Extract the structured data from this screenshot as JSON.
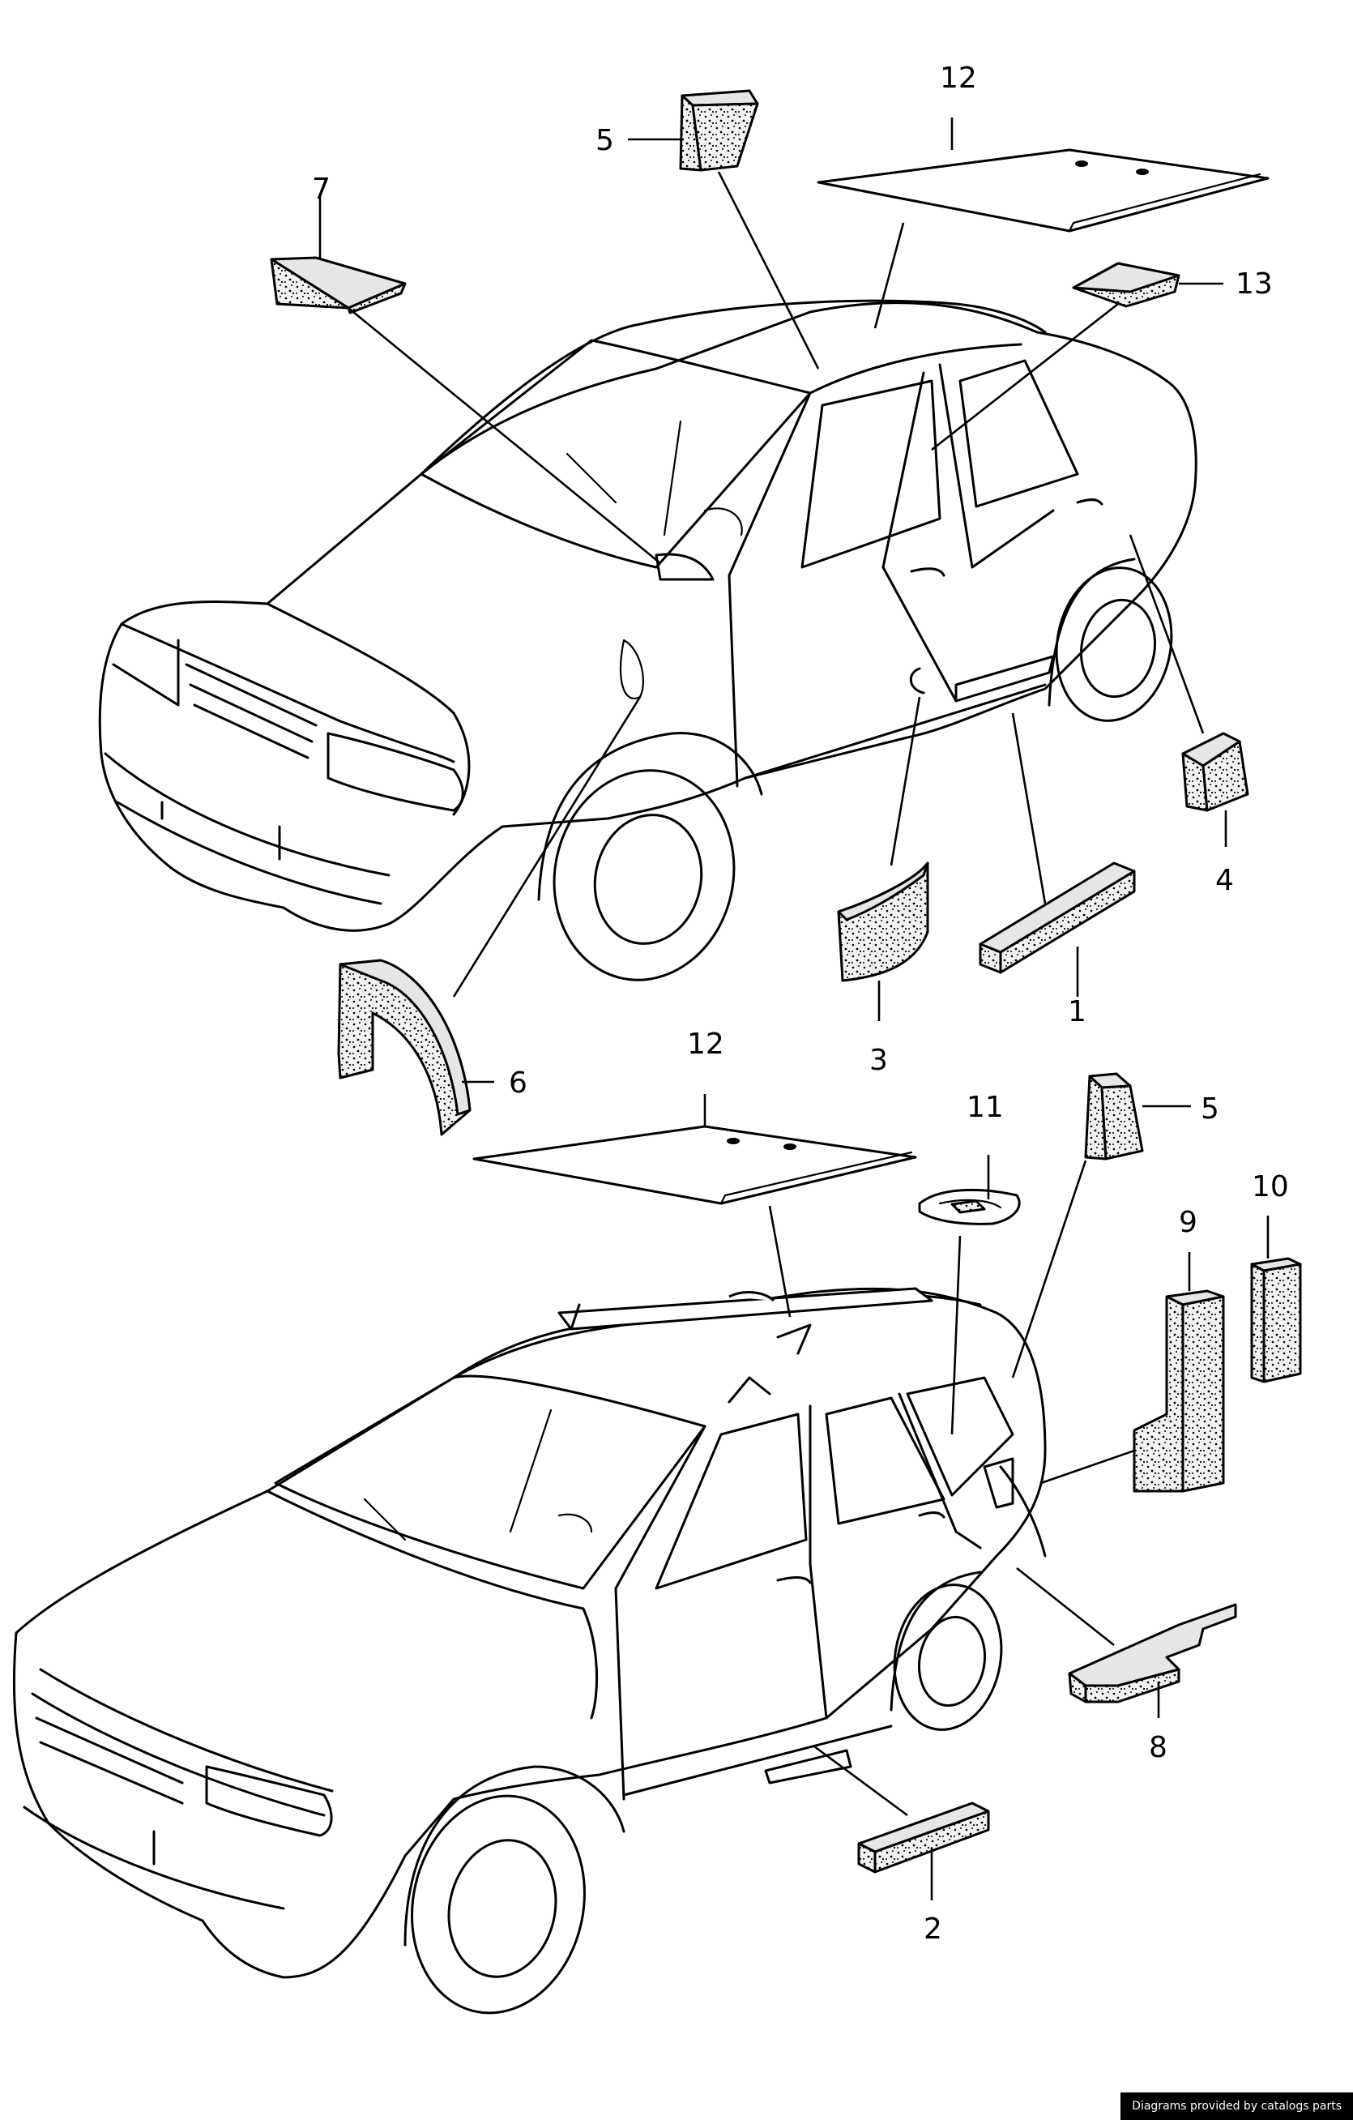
{
  "diagram": {
    "callouts": {
      "top_12": "12",
      "top_5": "5",
      "top_7": "7",
      "top_13": "13",
      "top_4": "4",
      "top_1": "1",
      "top_3": "3",
      "top_6": "6",
      "bot_12": "12",
      "bot_11": "11",
      "bot_5": "5",
      "bot_10": "10",
      "bot_9": "9",
      "bot_8": "8",
      "bot_2": "2"
    }
  },
  "footer": {
    "credit": "Diagrams provided by catalogs parts"
  }
}
